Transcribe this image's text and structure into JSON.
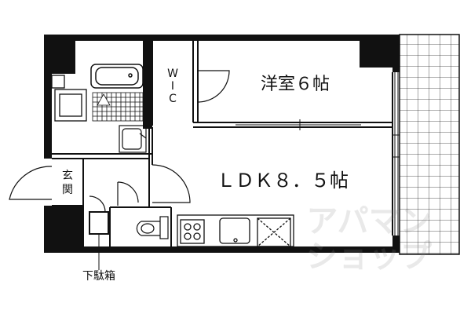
{
  "floorplan": {
    "rooms": {
      "western_room": "洋室６帖",
      "ldk": "ＬＤＫ８．５帖",
      "wic": "W\nI\nC",
      "entrance": "玄\n関"
    },
    "labels": {
      "shoe_box": "下駄箱"
    },
    "watermark": "アパマンショップ"
  }
}
